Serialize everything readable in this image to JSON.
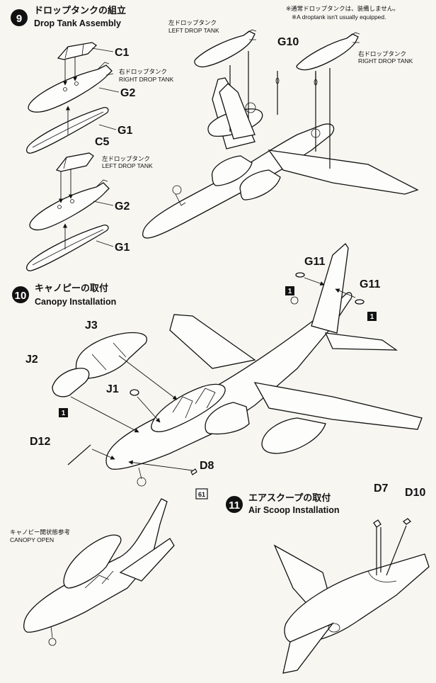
{
  "note": {
    "jp": "※通常ドロップタンクは、装備しません。",
    "en": "※A droptank isn't usually equipped."
  },
  "step9": {
    "number": "9",
    "title_jp": "ドロップタンクの組立",
    "title_en": "Drop Tank Assembly",
    "parts": {
      "c1": "C1",
      "g2_top": "G2",
      "g1_top": "G1",
      "c5": "C5",
      "g2_bottom": "G2",
      "g1_bottom": "G1",
      "g10": "G10"
    },
    "labels": {
      "right_tank_jp": "右ドロップタンク",
      "right_tank_en": "RIGHT DROP TANK",
      "left_tank_jp": "左ドロップタンク",
      "left_tank_en": "LEFT DROP TANK",
      "top_left_tank_jp": "左ドロップタンク",
      "top_left_tank_en": "LEFT DROP TANK",
      "top_right_tank_jp": "右ドロップタンク",
      "top_right_tank_en": "RIGHT DROP TANK"
    }
  },
  "step10": {
    "number": "10",
    "title_jp": "キャノピーの取付",
    "title_en": "Canopy Installation",
    "parts": {
      "g11_left": "G11",
      "g11_right": "G11",
      "j3": "J3",
      "j2": "J2",
      "j1": "J1",
      "d12": "D12",
      "d8": "D8"
    },
    "badges": {
      "b1": "1",
      "b2": "1",
      "b3": "1",
      "color_code": "61"
    },
    "canopy_open_jp": "キャノピー開状態参考",
    "canopy_open_en": "CANOPY OPEN"
  },
  "step11": {
    "number": "11",
    "title_jp": "エアスクープの取付",
    "title_en": "Air Scoop Installation",
    "parts": {
      "d7": "D7",
      "d10": "D10"
    }
  }
}
